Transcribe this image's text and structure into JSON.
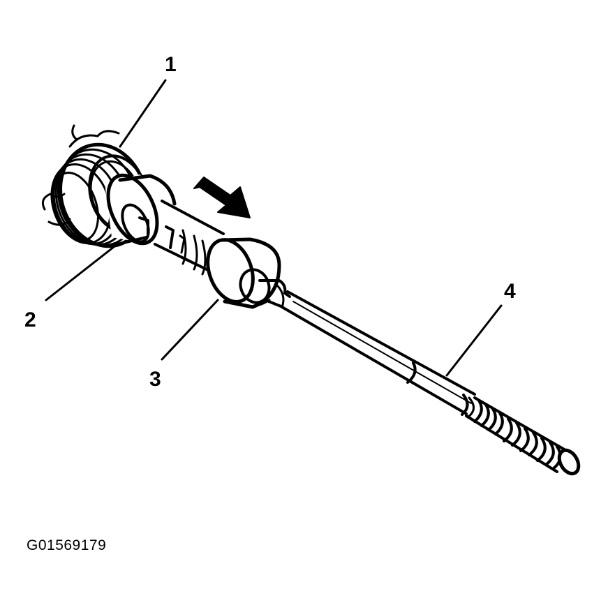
{
  "figure": {
    "callouts": [
      {
        "id": "1",
        "label": "1"
      },
      {
        "id": "2",
        "label": "2"
      },
      {
        "id": "3",
        "label": "3"
      },
      {
        "id": "4",
        "label": "4"
      }
    ],
    "figure_id": "G01569179"
  },
  "colors": {
    "ink": "#000000",
    "paper": "#ffffff"
  }
}
